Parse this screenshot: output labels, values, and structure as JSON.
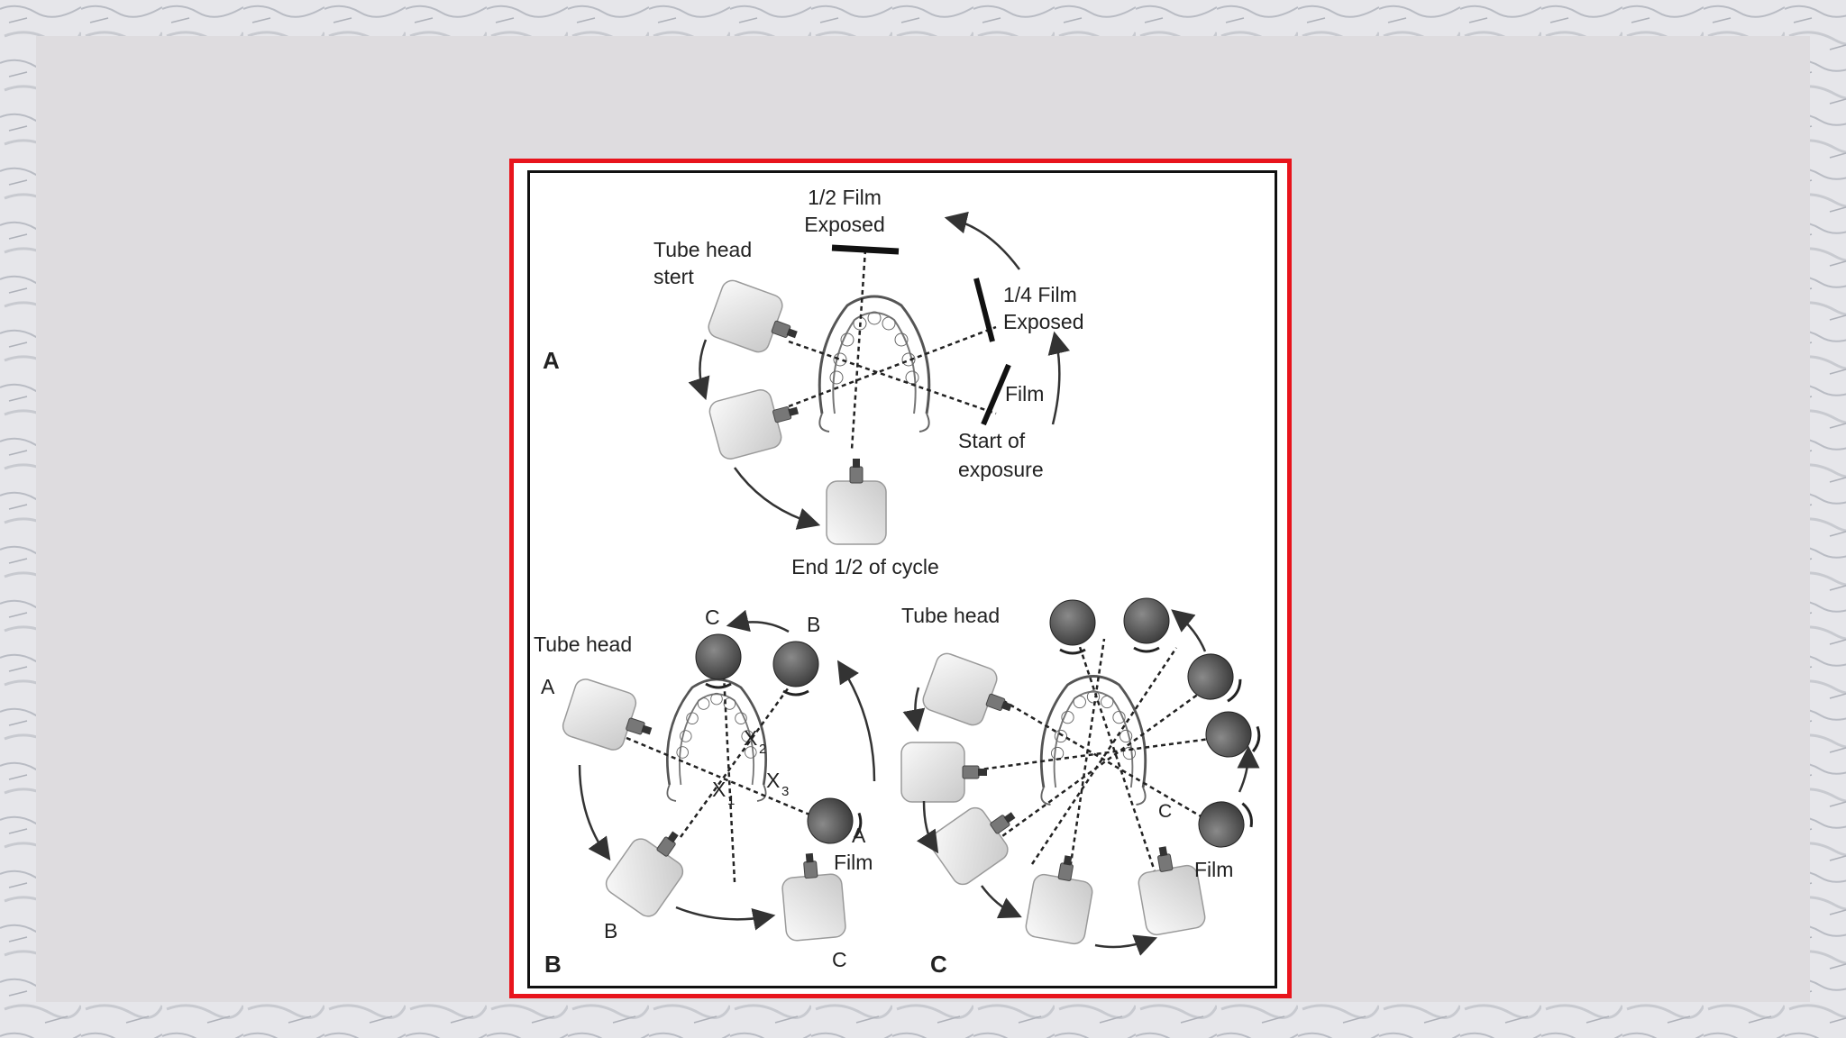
{
  "colors": {
    "frame_border": "#e8141c",
    "slide_bg": "#dedcdf",
    "ink": "#222222"
  },
  "panel_a": {
    "letter": "A",
    "half_film_exposed_1": "1/2 Film",
    "half_film_exposed_2": "Exposed",
    "tube_head_start_1": "Tube head",
    "tube_head_start_2": "stert",
    "quarter_film_exposed_1": "1/4 Film",
    "quarter_film_exposed_2": "Exposed",
    "film": "Film",
    "start_of_exposure_1": "Start of",
    "start_of_exposure_2": "exposure",
    "end_of_cycle": "End 1/2 of cycle"
  },
  "panel_b": {
    "letter": "B",
    "tube_head": "Tube head",
    "tube_a": "A",
    "tube_b": "B",
    "tube_c": "C",
    "film_c": "C",
    "film_b": "B",
    "film_a": "A",
    "film": "Film",
    "x1": "X",
    "x1_sub": "1",
    "x2": "X",
    "x2_sub": "2",
    "x3": "X",
    "x3_sub": "3"
  },
  "panel_c": {
    "letter": "C",
    "tube_head": "Tube head",
    "center_c": "C",
    "film": "Film"
  }
}
